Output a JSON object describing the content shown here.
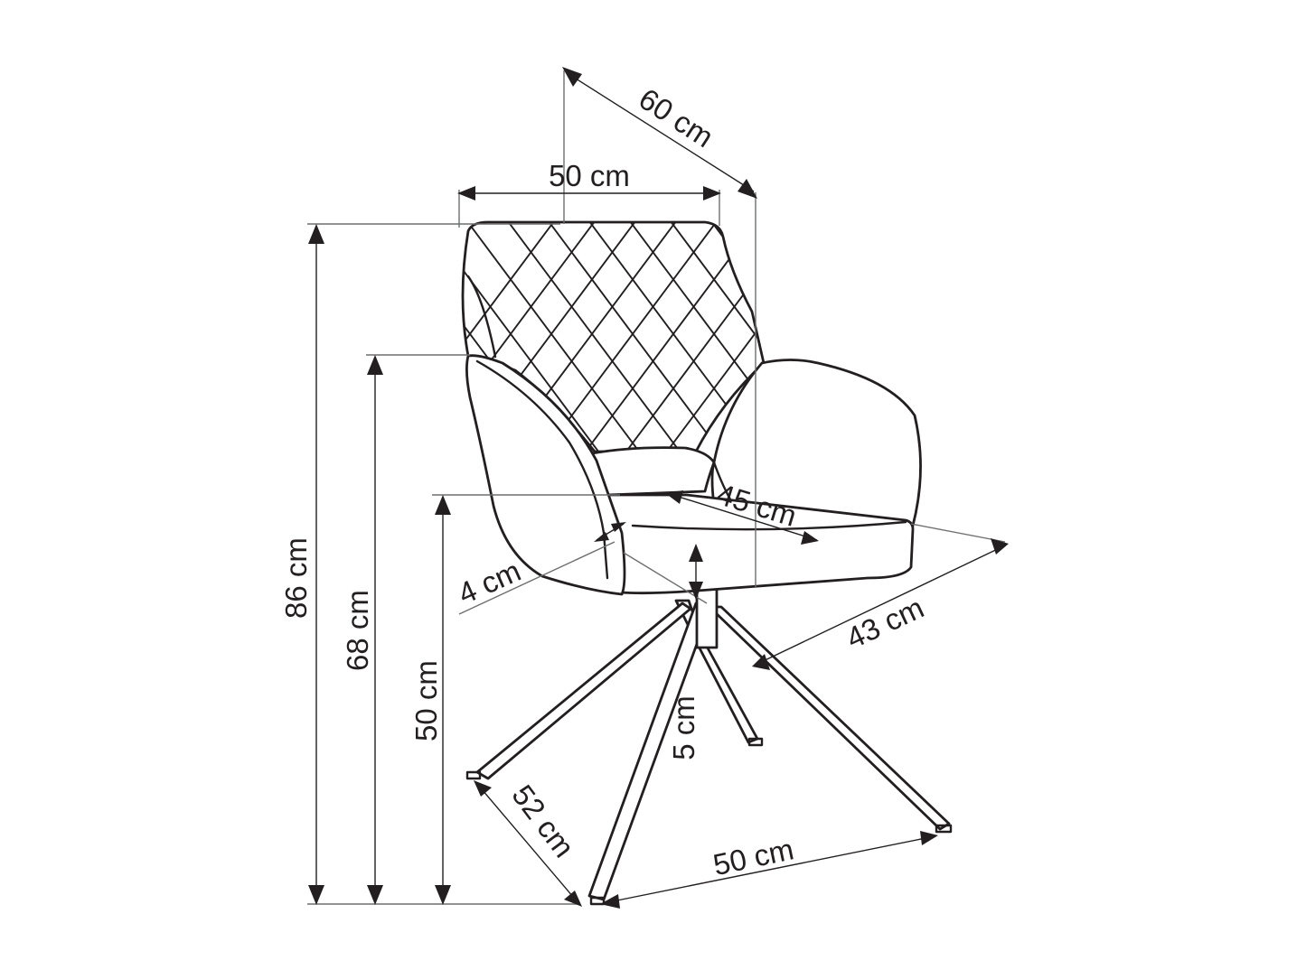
{
  "colors": {
    "line": "#231f20",
    "extension": "#6d6e71",
    "background": "#ffffff"
  },
  "dimensions": {
    "overall_depth": "60 cm",
    "overall_width": "50 cm",
    "total_height": "86 cm",
    "armrest_height": "68 cm",
    "seat_height": "50 cm",
    "seat_depth": "45 cm",
    "arm_thickness": "4 cm",
    "seat_width": "43 cm",
    "swivel_clearance": "5 cm",
    "base_depth": "52 cm",
    "base_width": "50 cm"
  }
}
